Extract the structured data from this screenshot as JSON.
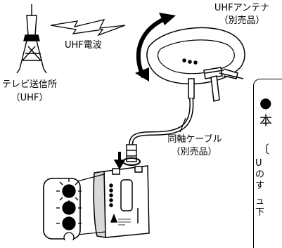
{
  "labels": {
    "tv_station": "テレビ送信所",
    "tv_station_sub": "（UHF）",
    "uhf_wave": "UHF電波",
    "antenna": "UHFアンテナ",
    "antenna_sub": "（別売品）",
    "cable": "同軸ケーブル",
    "cable_sub": "（別売品）"
  },
  "side_panel": {
    "bullet": "●",
    "heading_char": "本",
    "bracket": "〔",
    "line1": "U",
    "line2": "の",
    "line3": "す",
    "line4": "ュ",
    "line5": "下"
  },
  "colors": {
    "ink": "#000000",
    "paper": "#ffffff",
    "shade": "#d9d9d9"
  }
}
